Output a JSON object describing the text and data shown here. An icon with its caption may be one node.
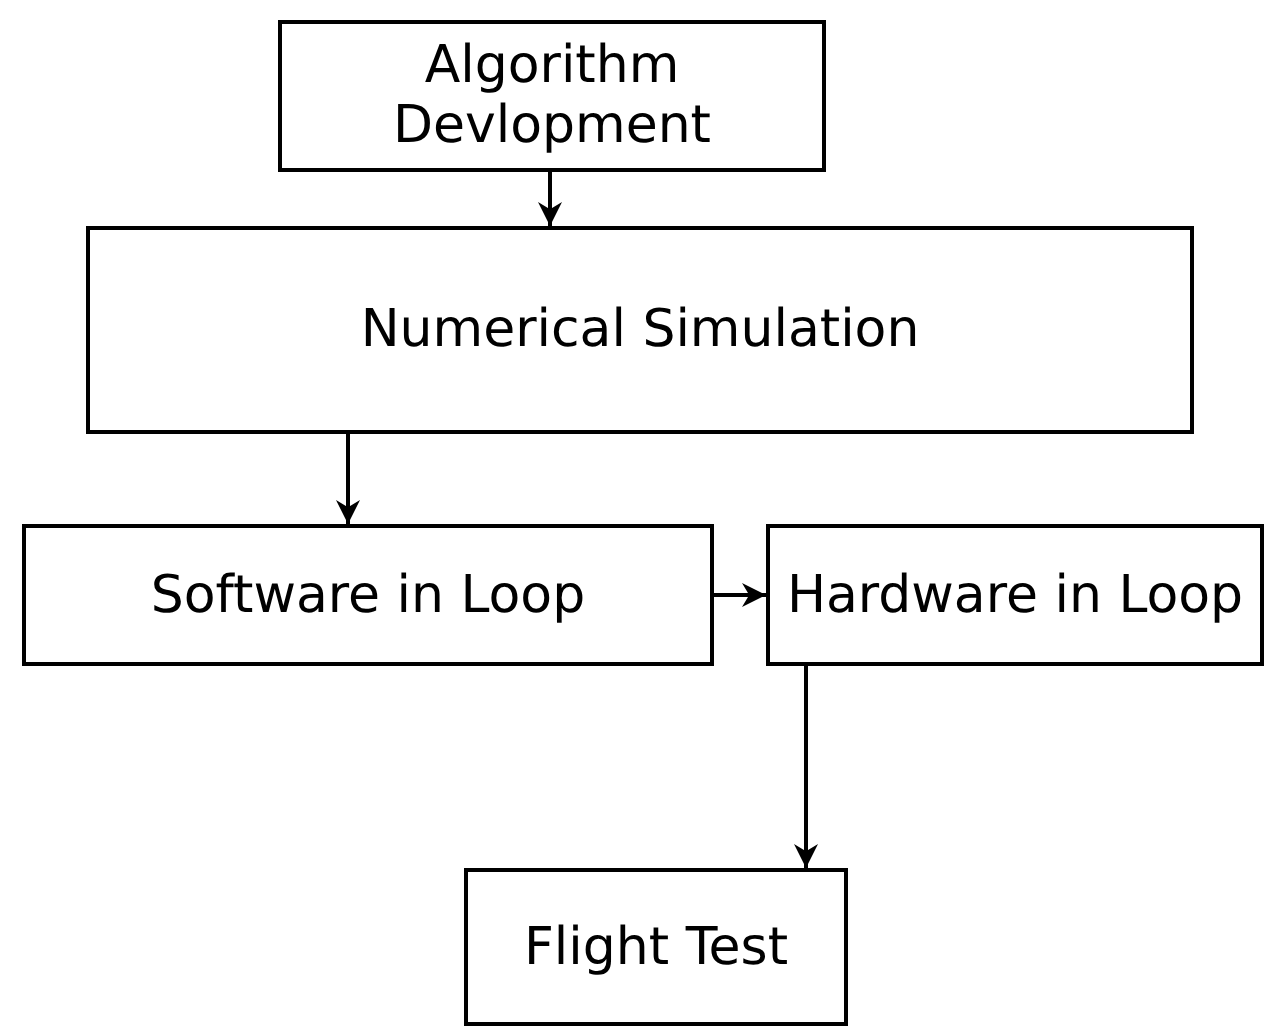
{
  "diagram": {
    "nodes": [
      {
        "text": [
          "Algorithm Devlopment"
        ]
      },
      {
        "text": [
          "Numerical Simulation"
        ]
      },
      {
        "text": [
          "Software in Loop"
        ]
      },
      {
        "text": [
          "Hardware in Loop"
        ]
      },
      {
        "text": [
          "Flight Test"
        ]
      }
    ],
    "edges": [
      {
        "from": 0,
        "to": 1,
        "arrow": "to"
      },
      {
        "from": 1,
        "to": 2,
        "arrow": "to"
      },
      {
        "from": 2,
        "to": 3,
        "arrow": "to"
      },
      {
        "from": 3,
        "to": 4,
        "arrow": "to"
      }
    ]
  }
}
